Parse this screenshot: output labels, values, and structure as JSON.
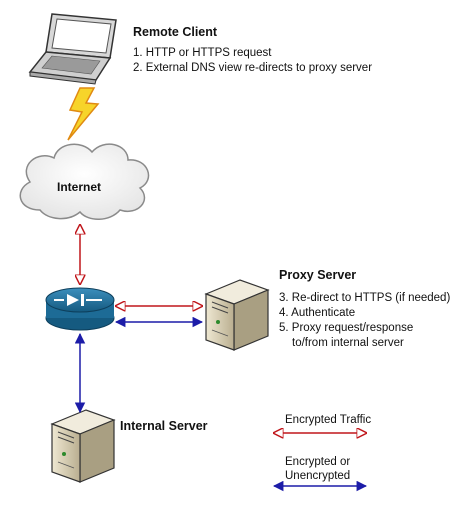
{
  "remote_client": {
    "title": "Remote Client",
    "steps": [
      "1. HTTP or HTTPS request",
      "2. External DNS view re-directs to proxy server"
    ]
  },
  "internet": {
    "label": "Internet"
  },
  "proxy_server": {
    "title": "Proxy Server",
    "steps": [
      "3. Re-direct to HTTPS (if needed)",
      "4. Authenticate",
      "5. Proxy request/response",
      "to/from internal server"
    ]
  },
  "internal_server": {
    "title": "Internal Server"
  },
  "legend": {
    "encrypted": "Encrypted Traffic",
    "unencrypted_line1": "Encrypted or",
    "unencrypted_line2": "Unencrypted"
  },
  "colors": {
    "encrypted": "#c0161b",
    "unencrypted": "#1c1ca8",
    "router": "#1d6b96",
    "server": "#d6cdb4",
    "lightning": "#f7d42a"
  }
}
